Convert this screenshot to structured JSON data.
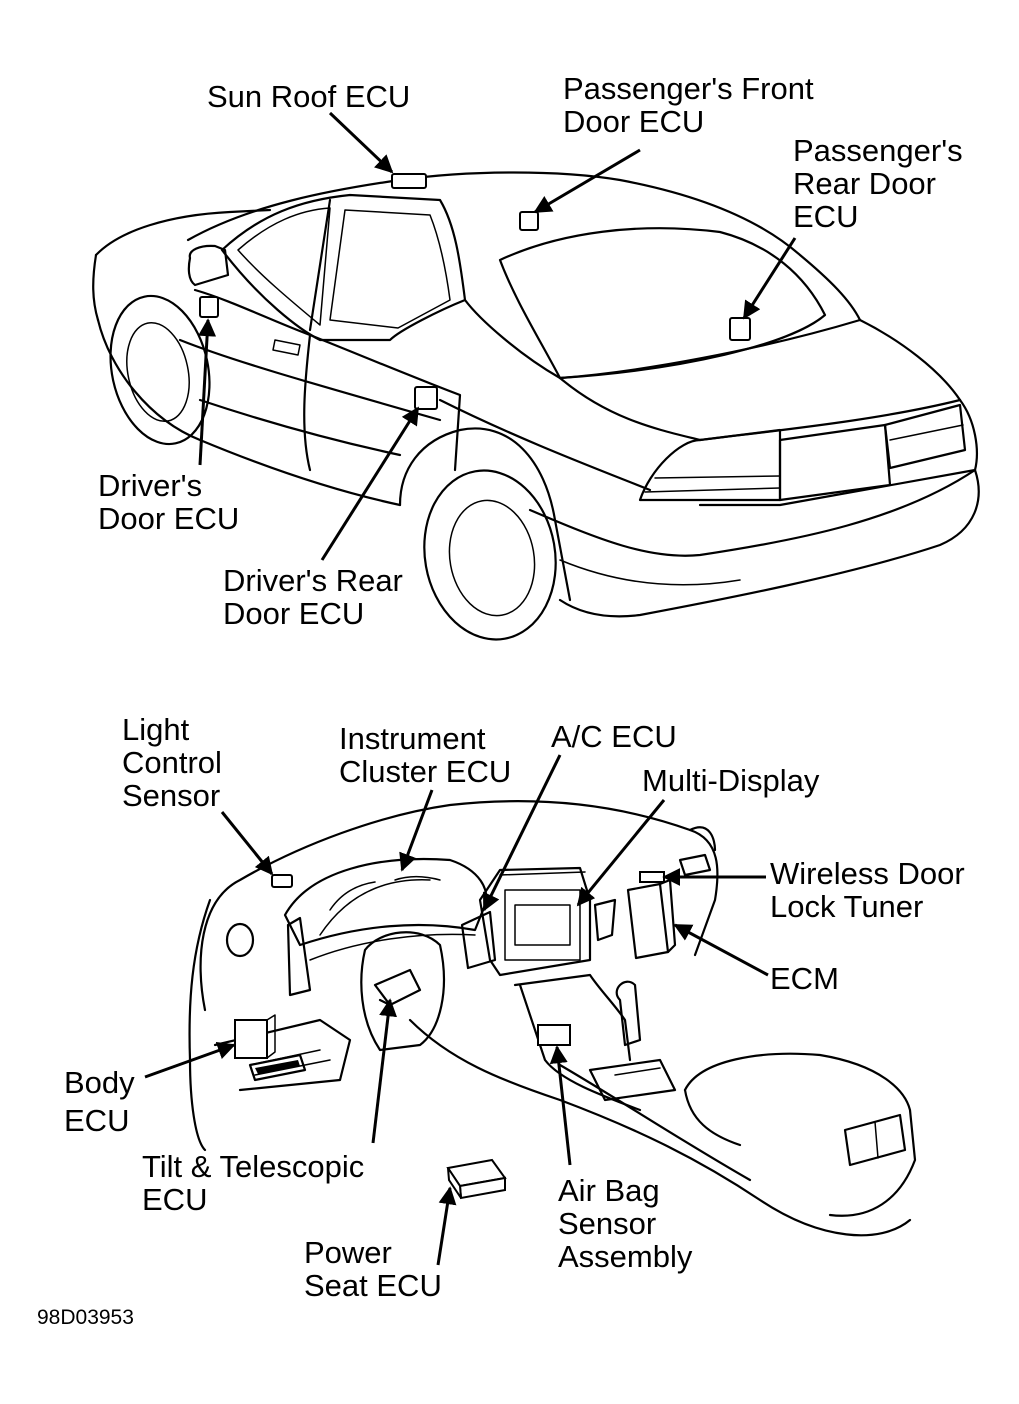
{
  "figure_id": "98D03953",
  "car_labels": {
    "sun_roof_ecu": [
      "Sun Roof ECU"
    ],
    "passenger_front_door_ecu": [
      "Passenger's Front",
      "Door ECU"
    ],
    "passenger_rear_door_ecu": [
      "Passenger's",
      "Rear Door",
      "ECU"
    ],
    "driver_door_ecu": [
      "Driver's",
      "Door ECU"
    ],
    "driver_rear_door_ecu": [
      "Driver's Rear",
      "Door ECU"
    ]
  },
  "dash_labels": {
    "light_control_sensor": [
      "Light",
      "Control",
      "Sensor"
    ],
    "instrument_cluster_ecu": [
      "Instrument",
      "Cluster ECU"
    ],
    "ac_ecu": [
      "A/C ECU"
    ],
    "multi_display": [
      "Multi-Display"
    ],
    "wireless_door_lock_tuner": [
      "Wireless Door",
      "Lock Tuner"
    ],
    "ecm": [
      "ECM"
    ],
    "body_ecu": [
      "Body",
      "ECU"
    ],
    "tilt_telescopic_ecu": [
      "Tilt & Telescopic",
      "ECU"
    ],
    "air_bag_sensor_assembly": [
      "Air Bag",
      "Sensor",
      "Assembly"
    ],
    "power_seat_ecu": [
      "Power",
      "Seat ECU"
    ]
  }
}
